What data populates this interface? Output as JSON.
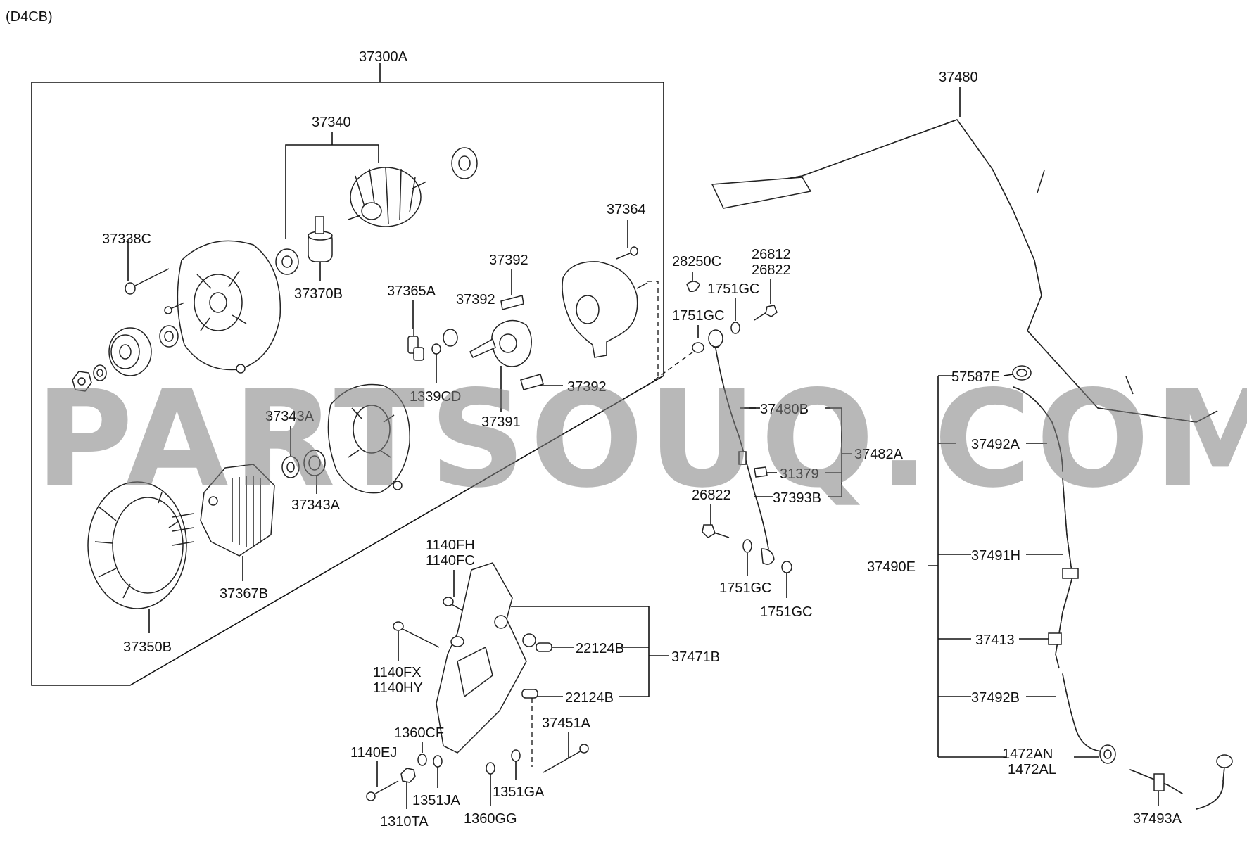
{
  "engine_code": "(D4CB)",
  "watermark": "PARTSOUQ.COM",
  "labels": {
    "l37300A": "37300A",
    "l37340": "37340",
    "l37338C": "37338C",
    "l37370B": "37370B",
    "l37364": "37364",
    "l37392a": "37392",
    "l37365A": "37365A",
    "l37392b": "37392",
    "l37392c": "37392",
    "l1339CD": "1339CD",
    "l37391": "37391",
    "l37343A_top": "37343A",
    "l37343A_bot": "37343A",
    "l37367B": "37367B",
    "l37350B": "37350B",
    "l28250C": "28250C",
    "l26812": "26812",
    "l26822a": "26822",
    "l1751GCa": "1751GC",
    "l1751GCb": "1751GC",
    "l37480B": "37480B",
    "l37482A": "37482A",
    "l31379": "31379",
    "l37393B": "37393B",
    "l26822b": "26822",
    "l1751GCc": "1751GC",
    "l1751GCd": "1751GC",
    "l37480": "37480",
    "l57587E": "57587E",
    "l37492A": "37492A",
    "l37490E": "37490E",
    "l37491H": "37491H",
    "l37413": "37413",
    "l37492B": "37492B",
    "l1472AN": "1472AN",
    "l1472AL": "1472AL",
    "l37493A": "37493A",
    "l1140FH": "1140FH",
    "l1140FC": "1140FC",
    "l1140FX": "1140FX",
    "l1140HY": "1140HY",
    "l22124Ba": "22124B",
    "l22124Bb": "22124B",
    "l37471B": "37471B",
    "l37451A": "37451A",
    "l1360CF": "1360CF",
    "l1140EJ": "1140EJ",
    "l1351JA": "1351JA",
    "l1351GA": "1351GA",
    "l1310TA": "1310TA",
    "l1360GG": "1360GG"
  }
}
